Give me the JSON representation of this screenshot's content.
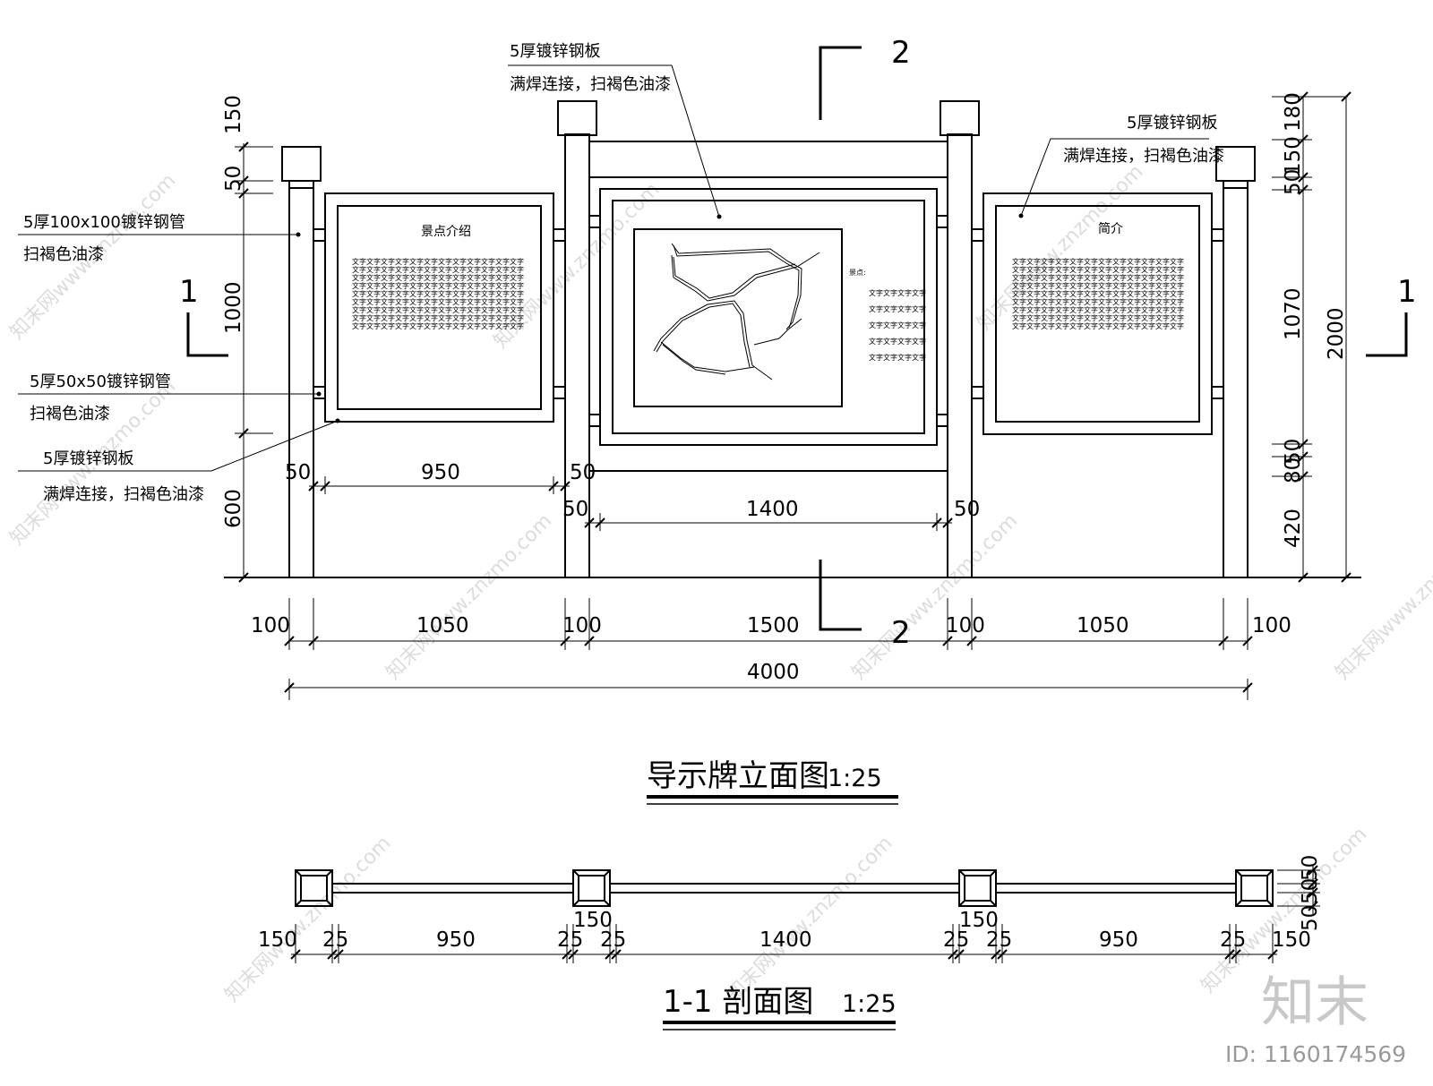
{
  "elevation": {
    "title": "导示牌立面图",
    "scale": "1:25",
    "section_mark": "1",
    "cut_mark": "2",
    "notes": {
      "tl1": "5厚100x100镀锌钢管",
      "tl2": "扫褐色油漆",
      "ml1": "5厚50x50镀锌钢管",
      "ml2": "扫褐色油漆",
      "bl1": "5厚镀锌钢板",
      "bl2": "满焊连接，扫褐色油漆",
      "tc1": "5厚镀锌钢板",
      "tc2": "满焊连接，扫褐色油漆",
      "tr1": "5厚镀锌钢板",
      "tr2": "满焊连接，扫褐色油漆"
    },
    "panels": {
      "left_title": "景点介绍",
      "right_title": "简介",
      "map_label": "景点:",
      "filler_line": "文字文字文字文字文字文字文字文字文字文字文字文字",
      "legend_line": "文字文字文字文字"
    },
    "dims": {
      "left": [
        "150",
        "50",
        "1000",
        "600"
      ],
      "right": [
        "180",
        "150",
        "50",
        "1070",
        "50",
        "80",
        "420"
      ],
      "overall_height": "2000",
      "bottom": [
        "100",
        "1050",
        "100",
        "1500",
        "100",
        "1050",
        "100"
      ],
      "total": "4000",
      "panel_left": [
        "50",
        "950",
        "50"
      ],
      "panel_center": [
        "50",
        "1400",
        "50"
      ]
    }
  },
  "section": {
    "title": "1-1 剖面图",
    "scale": "1:25",
    "dims": [
      "150",
      "25",
      "950",
      "25",
      "25",
      "1400",
      "25",
      "25",
      "950",
      "25",
      "150"
    ],
    "post_dims": [
      "150",
      "150"
    ],
    "right_dims": [
      "50",
      "50",
      "50"
    ]
  },
  "watermark": {
    "text": "知末网www.znzmo.com",
    "logo": "知末",
    "id": "ID: 1160174569"
  }
}
